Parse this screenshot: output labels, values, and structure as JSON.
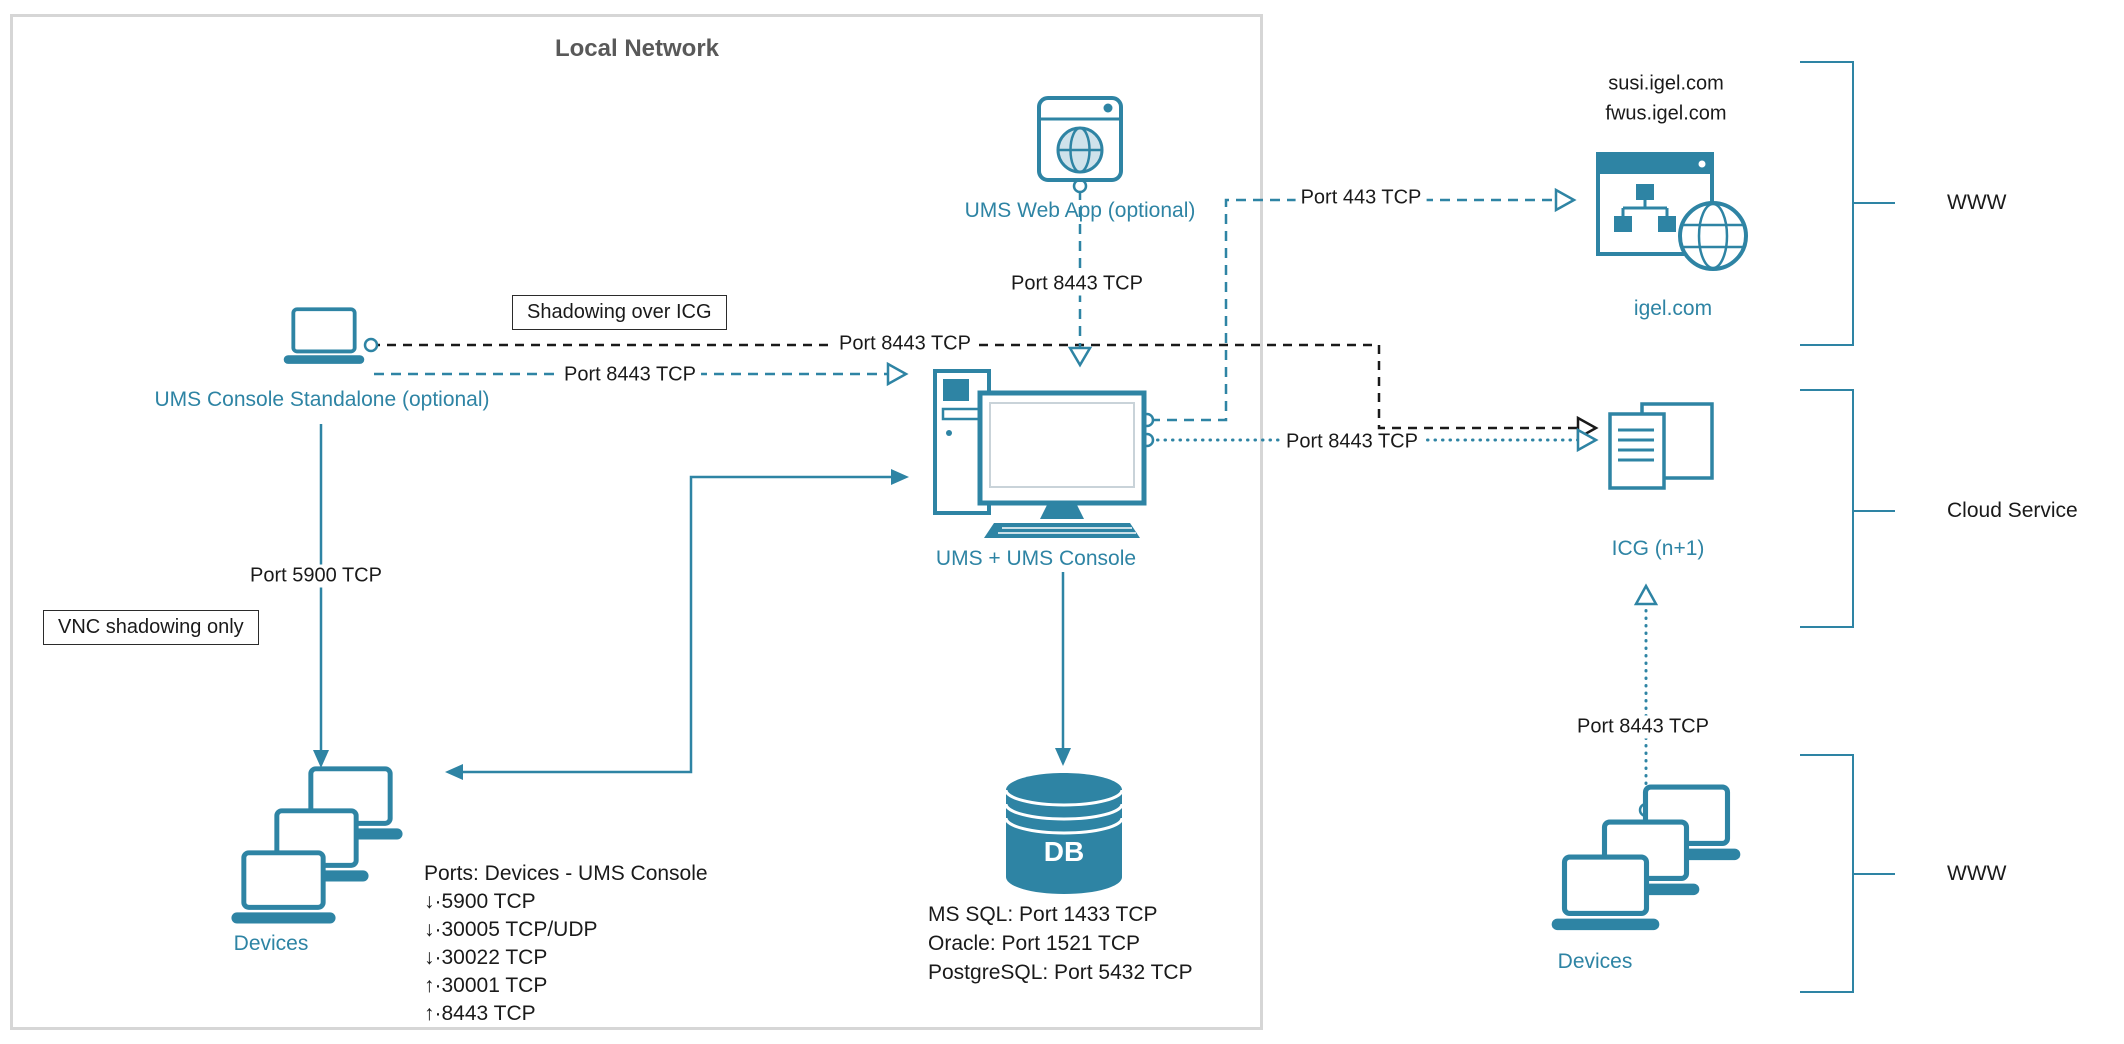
{
  "colors": {
    "accent": "#2e84a4"
  },
  "local_network": {
    "title": "Local Network"
  },
  "nodes": {
    "ums_web_app": {
      "label": "UMS Web App (optional)"
    },
    "ums_console_standalone": {
      "label": "UMS Console Standalone (optional)"
    },
    "ums": {
      "label": "UMS + UMS Console"
    },
    "devices_left": {
      "label": "Devices"
    },
    "db": {
      "label": "DB"
    },
    "igel": {
      "label": "igel.com",
      "domain1": "susi.igel.com",
      "domain2": "fwus.igel.com"
    },
    "icg": {
      "label": "ICG (n+1)"
    },
    "devices_right": {
      "label": "Devices"
    }
  },
  "edges": {
    "webapp_to_ums": "Port 8443 TCP",
    "standalone_to_ums": "Port 8443 TCP",
    "shadowing_over_icg": "Port 8443 TCP",
    "ums_to_igel": "Port 443 TCP",
    "ums_to_icg": "Port 8443 TCP",
    "standalone_to_devices": "Port 5900 TCP",
    "devices_to_icg": "Port 8443 TCP"
  },
  "callouts": {
    "shadowing": "Shadowing over ICG",
    "vnc": "VNC shadowing only"
  },
  "ports_block": {
    "title": "Ports: Devices - UMS Console",
    "items": [
      {
        "prefix": "↓·",
        "text": "5900 TCP"
      },
      {
        "prefix": "↓·",
        "text": "30005 TCP/UDP"
      },
      {
        "prefix": "↓·",
        "text": "30022 TCP"
      },
      {
        "prefix": "↑·",
        "text": "30001 TCP"
      },
      {
        "prefix": "↑·",
        "text": "8443 TCP"
      }
    ]
  },
  "db_block": {
    "lines": [
      "MS SQL: Port 1433 TCP",
      "Oracle: Port 1521 TCP",
      "PostgreSQL: Port 5432 TCP"
    ]
  },
  "zones": {
    "www_top": "WWW",
    "cloud_service": "Cloud Service",
    "www_bottom": "WWW"
  }
}
